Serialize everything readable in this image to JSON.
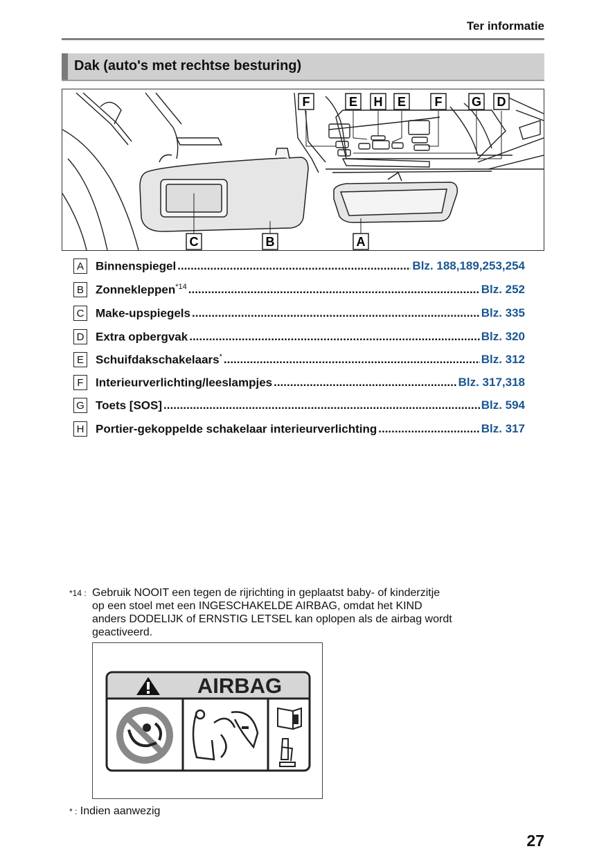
{
  "header": {
    "section": "Ter informatie"
  },
  "section_title": "Dak (auto's met rechtse besturing)",
  "illustration": {
    "callouts_top": [
      "F",
      "E",
      "H",
      "E",
      "F",
      "G",
      "D"
    ],
    "callouts_bottom": [
      "C",
      "B",
      "A"
    ]
  },
  "items": [
    {
      "key": "A",
      "label": "Binnenspiegel",
      "sup": "",
      "page": "Blz. 188,189,253,254"
    },
    {
      "key": "B",
      "label": "Zonnekleppen",
      "sup": "*14",
      "page": "Blz. 252"
    },
    {
      "key": "C",
      "label": "Make-upspiegels",
      "sup": "",
      "page": "Blz. 335"
    },
    {
      "key": "D",
      "label": "Extra opbergvak",
      "sup": "",
      "page": "Blz. 320"
    },
    {
      "key": "E",
      "label": "Schuifdakschakelaars",
      "sup": "*",
      "page": "Blz. 312"
    },
    {
      "key": "F",
      "label": "Interieurverlichting/leeslampjes",
      "sup": "",
      "page": "Blz. 317,318"
    },
    {
      "key": "G",
      "label": "Toets [SOS]",
      "sup": "",
      "page": "Blz. 594"
    },
    {
      "key": "H",
      "label": "Portier-gekoppelde schakelaar interieurverlichting",
      "sup": "",
      "page": "Blz. 317"
    }
  ],
  "footnote14": {
    "mark": "*14 :",
    "lines": [
      "Gebruik NOOIT een tegen de rijrichting in geplaatst baby- of kinderzitje",
      "op een stoel met een INGESCHAKELDE AIRBAG, omdat het KIND",
      "anders DODELIJK of ERNSTIG LETSEL kan oplopen als de airbag wordt",
      "geactiveerd."
    ]
  },
  "airbag_label": {
    "title": "AIRBAG"
  },
  "footnote_star": {
    "mark": "* :",
    "text": "Indien aanwezig"
  },
  "page_number": "27"
}
